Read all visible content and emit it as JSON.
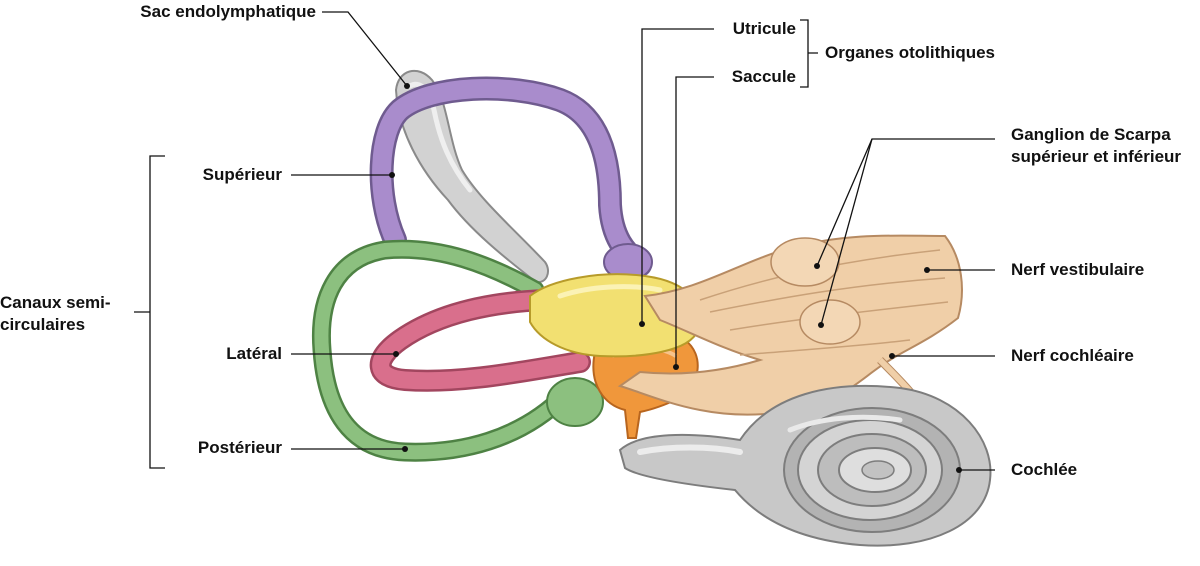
{
  "labels": {
    "sac_endolymphatique": "Sac endolymphatique",
    "superieur": "Supérieur",
    "lateral": "Latéral",
    "posterieur": "Postérieur",
    "canaux": "Canaux semi-\ncirculaires",
    "utricule": "Utricule",
    "saccule": "Saccule",
    "organes": "Organes otolithiques",
    "ganglion": "Ganglion de Scarpa\nsupérieur et inférieur",
    "nerf_vestibulaire": "Nerf vestibulaire",
    "nerf_cochleaire": "Nerf cochléaire",
    "cochlee": "Cochlée"
  },
  "colors": {
    "superior_canal": "#a98ccc",
    "lateral_canal": "#d96f8c",
    "posterior_canal": "#8cc07f",
    "utricle": "#f2e071",
    "saccule": "#f0973b",
    "endolymphatic_sac": "#c9c9c9",
    "nerve": "#f0cfa8",
    "cochlea": "#c8c8c8",
    "leader": "#111111"
  }
}
